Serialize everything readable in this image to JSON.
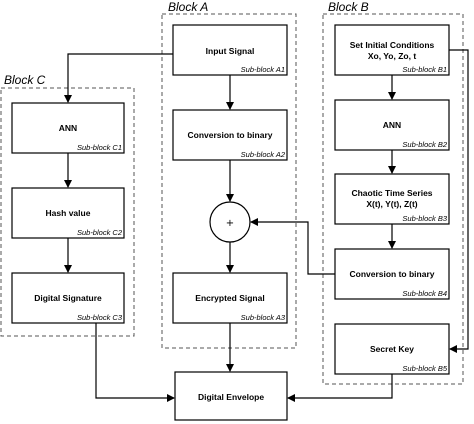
{
  "groups": {
    "block_a": {
      "title": "Block A"
    },
    "block_b": {
      "title": "Block B"
    },
    "block_c": {
      "title": "Block C"
    }
  },
  "boxes": {
    "input_signal": {
      "label": "Input Signal",
      "sub": "Sub-block A1"
    },
    "conversion_a": {
      "label": "Conversion to binary",
      "sub": "Sub-block A2"
    },
    "encrypted_signal": {
      "label": "Encrypted Signal",
      "sub": "Sub-block A3"
    },
    "initial_conditions": {
      "label": "Set Initial Conditions",
      "label2": "Xo, Yo, Zo, t",
      "sub": "Sub-block B1"
    },
    "ann_b": {
      "label": "ANN",
      "sub": "Sub-block B2"
    },
    "chaotic": {
      "label": "Chaotic Time Series",
      "label2": "X(t), Y(t), Z(t)",
      "sub": "Sub-block B3"
    },
    "conversion_b": {
      "label": "Conversion to binary",
      "sub": "Sub-block B4"
    },
    "secret_key": {
      "label": "Secret Key",
      "sub": "Sub-block B5"
    },
    "ann_c": {
      "label": "ANN",
      "sub": "Sub-block C1"
    },
    "hash_value": {
      "label": "Hash value",
      "sub": "Sub-block C2"
    },
    "digital_signature": {
      "label": "Digital Signature",
      "sub": "Sub-block C3"
    },
    "digital_envelope": {
      "label": "Digital Envelope"
    }
  },
  "operator": {
    "symbol": "+"
  }
}
